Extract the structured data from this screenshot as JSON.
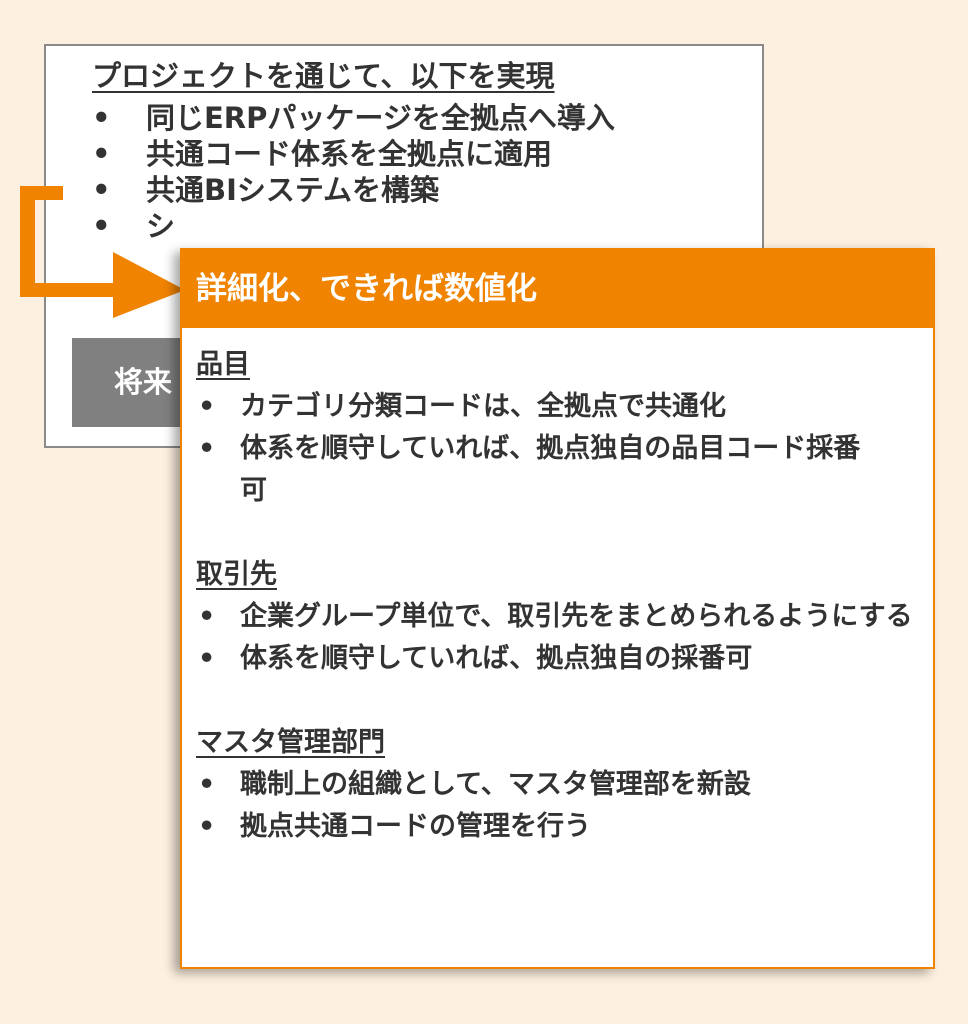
{
  "back_card": {
    "title": "プロジェクトを通じて、以下を実現",
    "bullet": "•",
    "items": [
      "同じERPパッケージを全拠点へ導入",
      "共通コード体系を全拠点に適用",
      "共通BIシステムを構築",
      "シ"
    ],
    "banner": "将来"
  },
  "front_card": {
    "header": "詳細化、できれば数値化",
    "bullet": "•",
    "sections": [
      {
        "title": "品目",
        "items": [
          "カテゴリ分類コードは、全拠点で共通化",
          "体系を順守していれば、拠点独自の品目コード採番可"
        ]
      },
      {
        "title": "取引先",
        "items": [
          "企業グループ単位で、取引先をまとめられるようにする",
          "体系を順守していれば、拠点独自の採番可"
        ]
      },
      {
        "title": "マスタ管理部門",
        "items": [
          "職制上の組織として、マスタ管理部を新設",
          "拠点共通コードの管理を行う"
        ]
      }
    ]
  },
  "colors": {
    "accent": "#f08300",
    "background": "#fdf0e0",
    "banner": "#808080"
  }
}
